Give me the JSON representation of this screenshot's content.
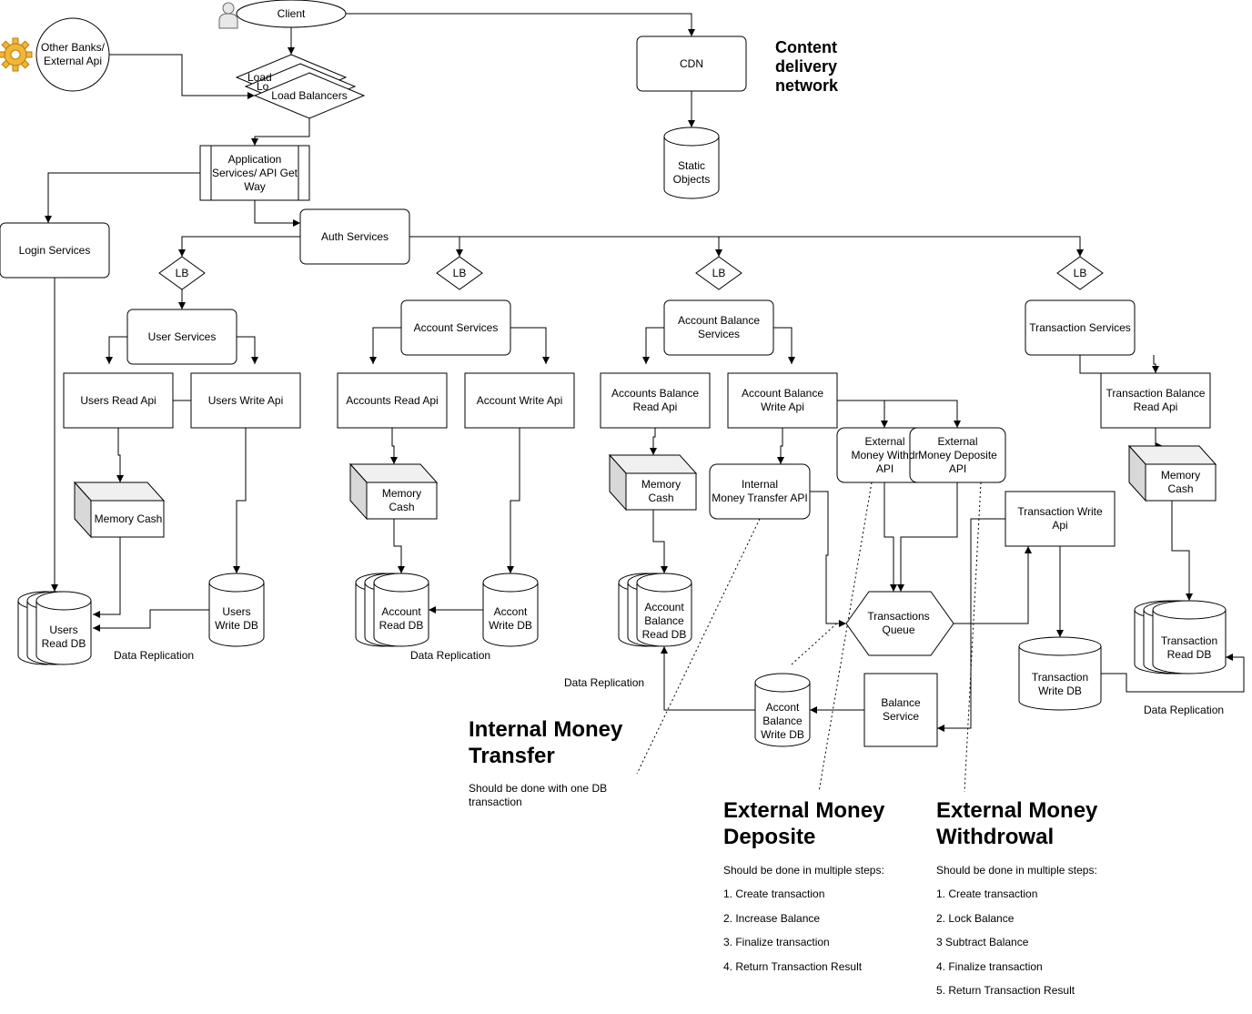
{
  "nodes": {
    "client": "Client",
    "other_banks": "Other Banks/\nExternal Api",
    "load_balancer_back1": "Load",
    "load_balancer_back2": "Lo",
    "load_balancers": "Load Balancers",
    "cdn": "CDN",
    "static_objects": "Static\nObjects",
    "app_services": "Application\nServices/ API Get\nWay",
    "login_services": "Login Services",
    "auth_services": "Auth Services",
    "lb": "LB",
    "user_services": "User Services",
    "users_read_api": "Users Read Api",
    "users_write_api": "Users Write Api",
    "memory_cash_users": "Memory Cash",
    "users_read_db": "Users\nRead DB",
    "users_write_db": "Users\nWrite DB",
    "account_services": "Account Services",
    "accounts_read_api": "Accounts Read Api",
    "account_write_api": "Account Write Api",
    "memory_cash_accounts": "Memory\nCash",
    "account_read_db": "Account\nRead DB",
    "account_write_db": "Accont\nWrite DB",
    "account_balance_services": "Account Balance\nServices",
    "accounts_balance_read_api": "Accounts Balance\nRead Api",
    "account_balance_write_api": "Account Balance\nWrite Api",
    "memory_cash_balance": "Memory\nCash",
    "account_balance_read_db": "Account\nBalance\nRead DB",
    "internal_money_transfer_api": "Internal\nMoney Transfer API",
    "external_money_withdraw_api": "External\nMoney Withdr\nAPI",
    "external_money_deposite_api": "External\nMoney Deposite\nAPI",
    "transactions_queue": "Transactions\nQueue",
    "account_balance_write_db": "Accont\nBalance\nWrite DB",
    "balance_service": "Balance\nService",
    "transaction_services": "Transaction Services",
    "transaction_balance_read_api": "Transaction Balance\nRead Api",
    "memory_cash_transactions": "Memory\nCash",
    "transaction_read_db": "Transaction\nRead DB",
    "transaction_write_api": "Transaction  Write\nApi",
    "transaction_write_db": "Transaction\nWrite DB"
  },
  "labels": {
    "data_replication": "Data Replication",
    "cdn_title": "Content\ndelivery\nnetwork"
  },
  "notes": {
    "internal": {
      "title": "Internal Money\nTransfer",
      "subtitle": "Should be done with one DB\ntransaction"
    },
    "deposite": {
      "title": "External Money\nDeposite",
      "subtitle": "Should be done in multiple steps:",
      "steps": [
        "1. Create transaction",
        "2. Increase Balance",
        "3. Finalize transaction",
        "4. Return Transaction Result"
      ]
    },
    "withdrawal": {
      "title": "External Money\nWithdrowal",
      "subtitle": "Should be done in multiple steps:",
      "steps": [
        "1. Create transaction",
        "2. Lock Balance",
        "3 Subtract Balance",
        "4. Finalize transaction",
        "5. Return Transaction Result"
      ]
    }
  },
  "icons": {
    "client": "person-icon",
    "other_banks": "gear-icon"
  },
  "colors": {
    "stroke": "#000000",
    "background": "#ffffff",
    "gear": "#f2b632",
    "person": "#e8e8e8"
  }
}
